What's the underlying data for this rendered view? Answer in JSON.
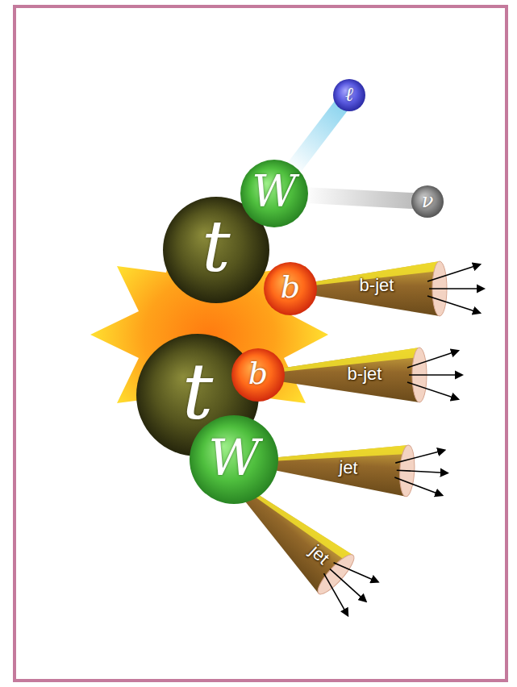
{
  "diagram": {
    "nodes": [
      {
        "text": [
          "ℓ"
        ]
      },
      {
        "text": [
          "W"
        ]
      },
      {
        "text": [
          "ν"
        ]
      },
      {
        "text": [
          "t"
        ]
      },
      {
        "text": [
          "b"
        ]
      },
      {
        "text": [
          "b-jet"
        ]
      },
      {
        "text": [
          "t"
        ]
      },
      {
        "text": [
          "b"
        ]
      },
      {
        "text": [
          "b-jet"
        ]
      },
      {
        "text": [
          "W"
        ]
      },
      {
        "text": [
          "jet"
        ]
      },
      {
        "text": [
          "jet"
        ]
      }
    ],
    "edges": [
      {
        "from": 1,
        "to": 0,
        "arrow": "none"
      },
      {
        "from": 1,
        "to": 2,
        "arrow": "none"
      }
    ]
  }
}
